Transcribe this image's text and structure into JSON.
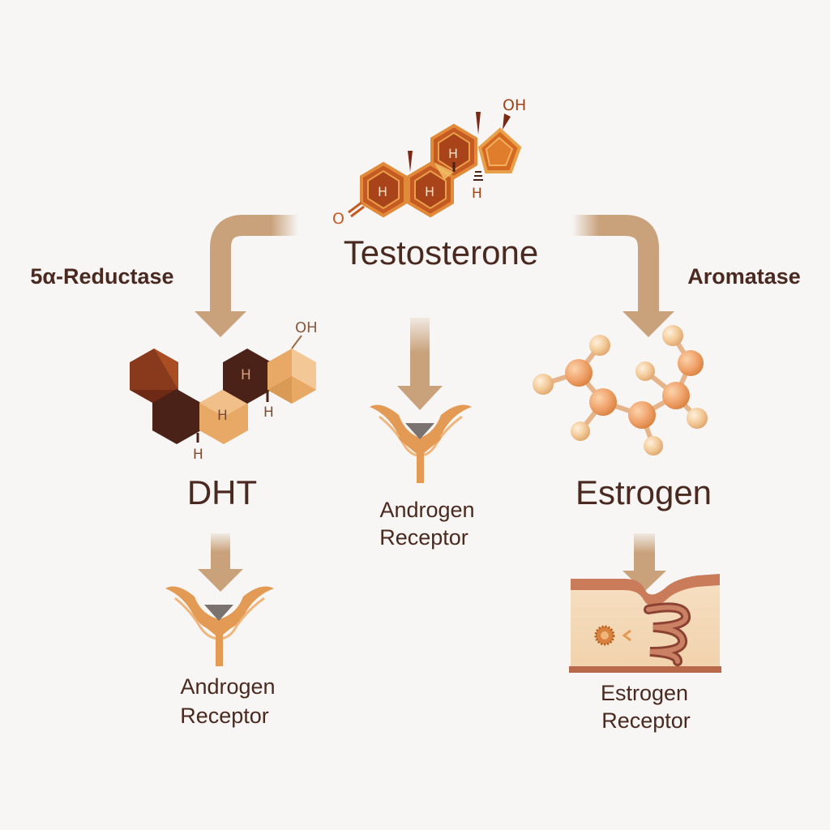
{
  "colors": {
    "background": "#f7f6f4",
    "text": "#4a2a20",
    "arrow": "#c9a27c",
    "ring_dark": "#4a2218",
    "ring_brown": "#9c4418",
    "ring_orange": "#d5691f",
    "ring_light": "#e8a966",
    "receptor": "#e39a55",
    "atom": "#f0a26a",
    "atom_light": "#f2c996",
    "membrane": "#f4d9b8",
    "membrane_edge": "#b8694a"
  },
  "nodes": {
    "testosterone": {
      "label": "Testosterone",
      "atoms": [
        "OH",
        "O",
        "H",
        "H",
        "H",
        "H"
      ]
    },
    "dht": {
      "label": "DHT",
      "atoms": [
        "OH",
        "H",
        "H",
        "H"
      ]
    },
    "estrogen": {
      "label": "Estrogen"
    }
  },
  "enzymes": {
    "left": "5α-Reductase",
    "right": "Aromatase"
  },
  "receptors": {
    "center": {
      "line1": "Androgen",
      "line2": "Receptor"
    },
    "left": {
      "line1": "Androgen",
      "line2": "Receptor"
    },
    "right": {
      "line1": "Estrogen",
      "line2": "Receptor"
    }
  },
  "edges": [
    {
      "from": "Testosterone",
      "to": "DHT",
      "label": "5α-Reductase"
    },
    {
      "from": "Testosterone",
      "to": "Estrogen",
      "label": "Aromatase"
    },
    {
      "from": "Testosterone",
      "to": "Androgen Receptor"
    },
    {
      "from": "DHT",
      "to": "Androgen Receptor"
    },
    {
      "from": "Estrogen",
      "to": "Estrogen Receptor"
    }
  ]
}
